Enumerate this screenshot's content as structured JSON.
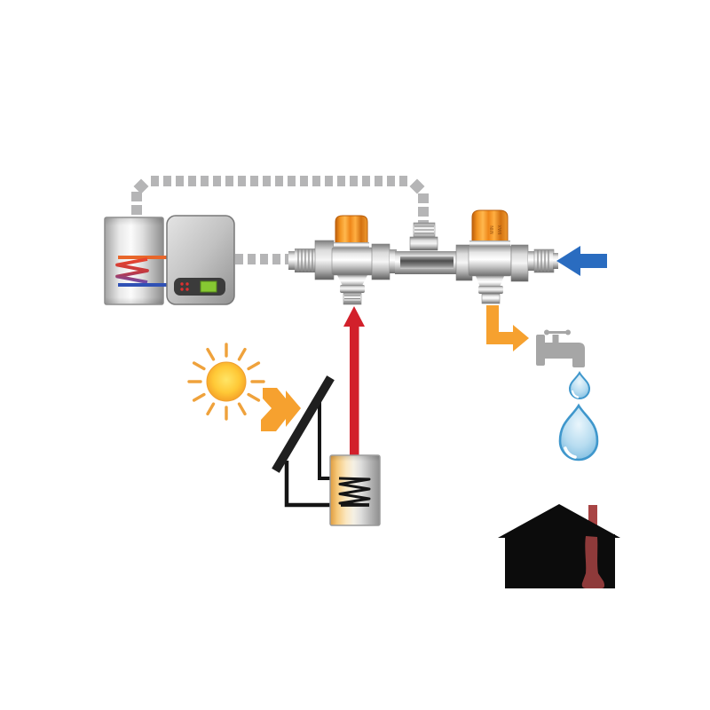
{
  "diagram": {
    "type": "solar-water-heating-schematic",
    "valve_labels": {
      "min": "MIN",
      "max": "MAX"
    },
    "colors": {
      "dashed_pipe": "#b5b5b6",
      "hot_arrow": "#d2202b",
      "cold_arrow": "#2a6cc0",
      "mixed_arrow": "#f6a12f",
      "sun_ray": "#efa23c",
      "faucet": "#a6a6a6",
      "house": "#0c0c0c",
      "chimney": "#a84444",
      "house_pipe": "#8e3a3a",
      "panel": "#1f1f1f",
      "pipe_black": "#151515",
      "coil_orange": "#e8662a",
      "coil_blue": "#2f51b5",
      "drop_outline": "#3f97cc"
    }
  }
}
